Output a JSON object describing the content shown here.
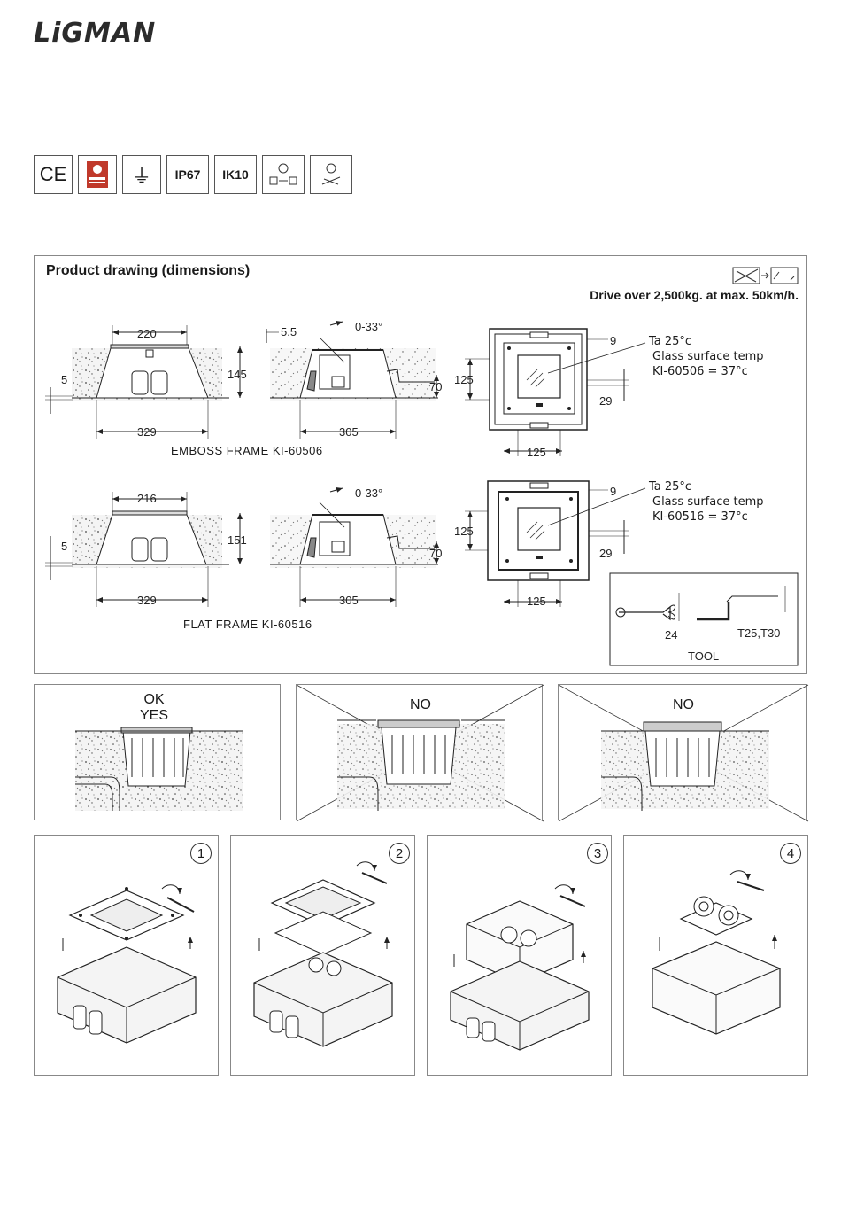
{
  "brand": "LiGMAN",
  "certifications": [
    "CE",
    "",
    "⏚",
    "IP67",
    "IK10",
    "",
    ""
  ],
  "drawing": {
    "title": "Product drawing (dimensions)",
    "drive_note": "Drive over 2,500kg. at max. 50km/h.",
    "emboss": {
      "label": "EMBOSS FRAME KI-60506",
      "top_width": "220",
      "height": "145",
      "base_width": "329",
      "offset": "5",
      "side_inset": "5.5",
      "tilt": "0-33°",
      "depth": "70",
      "body_width": "305",
      "plan_side": "125",
      "plan_width": "125",
      "gap_top": "9",
      "gap_side": "29",
      "ta": "Ta 25°c",
      "glass_label": "Glass surface temp",
      "glass_value": "KI-60506  =  37°c"
    },
    "flat": {
      "label": "FLAT FRAME KI-60516",
      "top_width": "216",
      "height": "151",
      "base_width": "329",
      "offset": "5",
      "tilt": "0-33°",
      "depth": "70",
      "body_width": "305",
      "plan_side": "125",
      "plan_width": "125",
      "gap_top": "9",
      "gap_side": "29",
      "ta": "Ta 25°c",
      "glass_label": "Glass surface temp",
      "glass_value": "KI-60516  =  37°c"
    },
    "tool": {
      "label": "TOOL",
      "wrench": "24",
      "torx": "T25,T30"
    }
  },
  "install": {
    "ok_line1": "OK",
    "ok_line2": "YES",
    "no1": "NO",
    "no2": "NO"
  },
  "steps": [
    "1",
    "2",
    "3",
    "4"
  ]
}
